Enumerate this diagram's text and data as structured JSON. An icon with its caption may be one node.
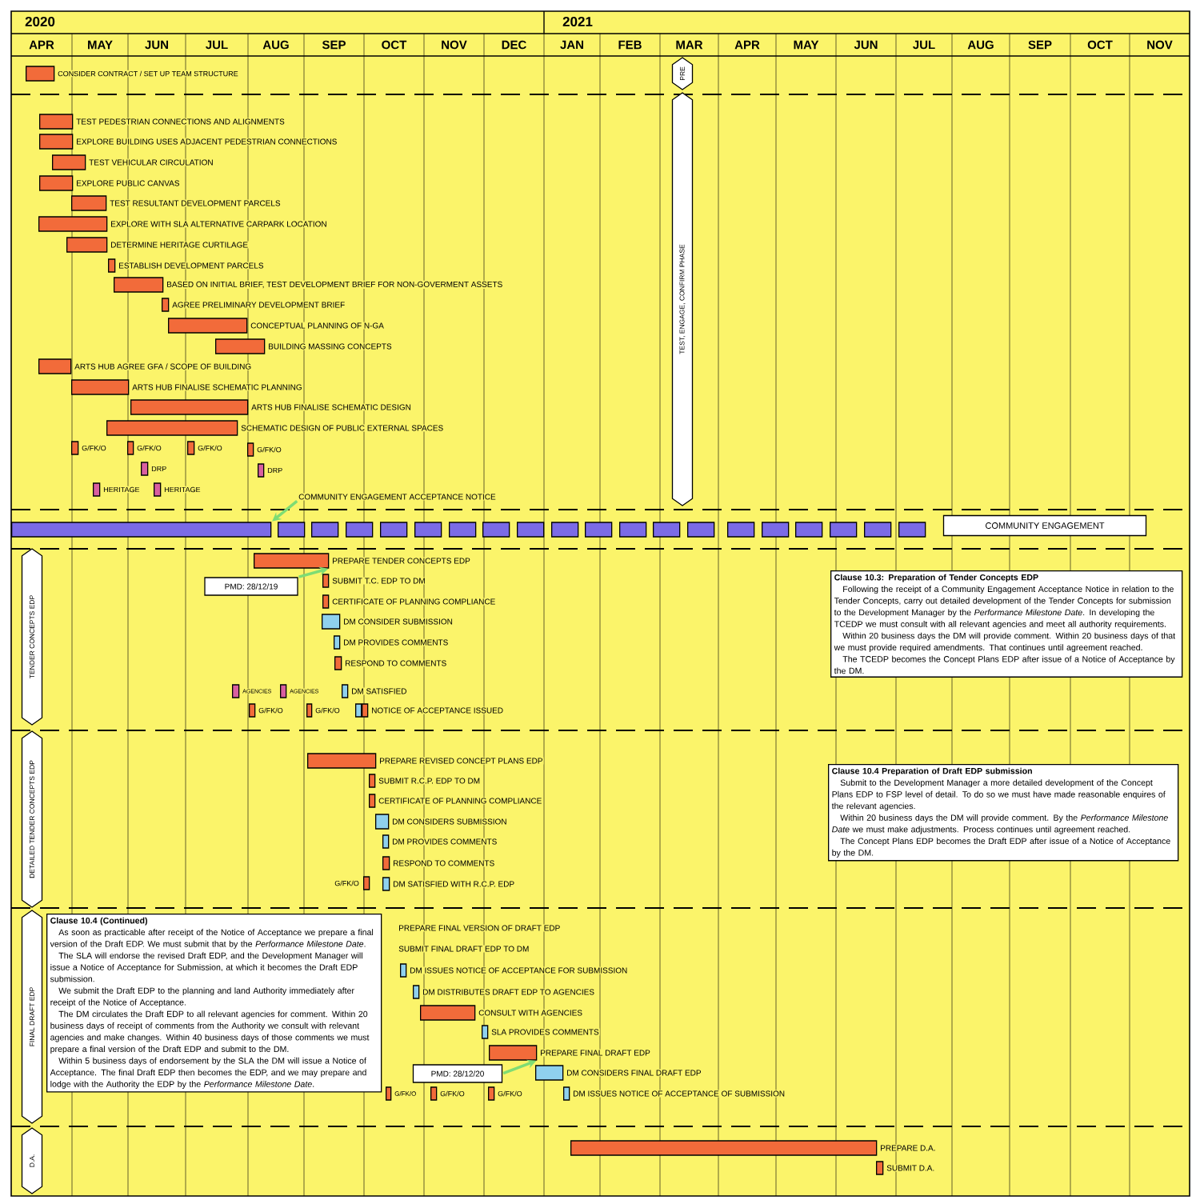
{
  "diagram": {
    "nodes": [
      {
        "text": [],
        "shape": "bar",
        "beside": [
          "CONSIDER CONTRACT / SET UP TEAM STRUCTURE"
        ]
      },
      {
        "text": [
          "PRE"
        ]
      },
      {
        "text": [
          "TEST, ENGAGE, CONFIRM PHASE"
        ]
      },
      {
        "text": [],
        "shape": "bar",
        "beside": [
          "TEST PEDESTRIAN CONNECTIONS AND ALIGNMENTS"
        ]
      },
      {
        "text": [],
        "shape": "bar",
        "beside": [
          "EXPLORE BUILDING USES ADJACENT PEDESTRIAN CONNECTIONS"
        ]
      },
      {
        "text": [],
        "shape": "bar",
        "beside": [
          "TEST VEHICULAR CIRCULATION"
        ]
      },
      {
        "text": [],
        "shape": "bar",
        "beside": [
          "EXPLORE PUBLIC CANVAS"
        ]
      },
      {
        "text": [],
        "shape": "bar",
        "beside": [
          "TEST RESULTANT DEVELOPMENT PARCELS"
        ]
      },
      {
        "text": [],
        "shape": "bar",
        "beside": [
          "EXPLORE WITH SLA ALTERNATIVE CARPARK LOCATION"
        ]
      },
      {
        "text": [],
        "shape": "bar",
        "beside": [
          "DETERMINE HERITAGE CURTILAGE"
        ]
      },
      {
        "text": [],
        "shape": "bar",
        "beside": [
          "ESTABLISH DEVELOPMENT PARCELS"
        ]
      },
      {
        "text": [],
        "shape": "bar",
        "beside": [
          "BASED ON INITIAL BRIEF, TEST DEVELOPMENT BRIEF FOR NON-GOVERMENT ASSETS"
        ]
      },
      {
        "text": [],
        "shape": "bar",
        "beside": [
          "AGREE PRELIMINARY DEVELOPMENT BRIEF"
        ]
      },
      {
        "text": [],
        "shape": "bar",
        "beside": [
          "CONCEPTUAL PLANNING OF N-GA"
        ]
      },
      {
        "text": [],
        "shape": "bar",
        "beside": [
          "BUILDING MASSING CONCEPTS"
        ]
      },
      {
        "text": [],
        "shape": "bar",
        "beside": [
          "ARTS HUB AGREE GFA / SCOPE OF BUILDING"
        ]
      },
      {
        "text": [],
        "shape": "bar",
        "beside": [
          "ARTS HUB FINALISE SCHEMATIC PLANNING"
        ]
      },
      {
        "text": [],
        "shape": "bar",
        "beside": [
          "ARTS HUB FINALISE SCHEMATIC DESIGN"
        ]
      },
      {
        "text": [],
        "shape": "bar",
        "beside": [
          "SCHEMATIC DESIGN OF PUBLIC EXTERNAL SPACES"
        ]
      },
      {
        "text": [],
        "shape": "bar",
        "beside": [
          "G/FK/O"
        ]
      },
      {
        "text": [],
        "shape": "bar",
        "beside": [
          "G/FK/O"
        ]
      },
      {
        "text": [],
        "shape": "bar",
        "beside": [
          "G/FK/O"
        ]
      },
      {
        "text": [],
        "shape": "bar",
        "beside": [
          "G/FK/O"
        ]
      },
      {
        "text": [],
        "shape": "bar",
        "beside": [
          "DRP"
        ]
      },
      {
        "text": [],
        "shape": "bar",
        "beside": [
          "DRP"
        ]
      },
      {
        "text": [],
        "shape": "bar",
        "beside": [
          "HERITAGE"
        ]
      },
      {
        "text": [],
        "shape": "bar",
        "beside": [
          "HERITAGE"
        ]
      },
      {
        "text": [
          "COMMUNITY ENGAGEMENT ACCEPTANCE NOTICE"
        ]
      },
      {
        "text": [],
        "shape": "bar"
      },
      {
        "text": [],
        "shape": "bar"
      },
      {
        "text": [],
        "shape": "bar"
      },
      {
        "text": [],
        "shape": "bar"
      },
      {
        "text": [],
        "shape": "bar"
      },
      {
        "text": [],
        "shape": "bar"
      },
      {
        "text": [],
        "shape": "bar"
      },
      {
        "text": [],
        "shape": "bar"
      },
      {
        "text": [],
        "shape": "bar"
      },
      {
        "text": [],
        "shape": "bar"
      },
      {
        "text": [],
        "shape": "bar"
      },
      {
        "text": [],
        "shape": "bar"
      },
      {
        "text": [],
        "shape": "bar"
      },
      {
        "text": [],
        "shape": "bar"
      },
      {
        "text": [],
        "shape": "bar"
      },
      {
        "text": [],
        "shape": "bar"
      },
      {
        "text": [],
        "shape": "bar"
      },
      {
        "text": [],
        "shape": "bar"
      },
      {
        "text": [],
        "shape": "bar"
      },
      {
        "text": [],
        "shape": "bar"
      },
      {
        "text": [
          "COMMUNITY ENGAGEMENT"
        ]
      },
      {
        "text": [
          "TENDER CONCEPTS EDP"
        ]
      },
      {
        "text": [],
        "shape": "bar",
        "beside": [
          "PREPARE TENDER CONCEPTS EDP"
        ]
      },
      {
        "text": [
          "PMD: 28/12/19"
        ]
      },
      {
        "text": [],
        "shape": "bar",
        "beside": [
          "SUBMIT T.C. EDP TO DM"
        ]
      },
      {
        "text": [],
        "shape": "bar",
        "beside": [
          "CERTIFICATE OF PLANNING COMPLIANCE"
        ]
      },
      {
        "text": [],
        "shape": "bar",
        "beside": [
          "DM CONSIDER SUBMISSION"
        ]
      },
      {
        "text": [],
        "shape": "bar",
        "beside": [
          "DM PROVIDES COMMENTS"
        ]
      },
      {
        "text": [],
        "shape": "bar",
        "beside": [
          "RESPOND TO COMMENTS"
        ]
      },
      {
        "text": [],
        "shape": "bar",
        "beside": [
          "AGENCIES"
        ]
      },
      {
        "text": [],
        "shape": "bar",
        "beside": [
          "AGENCIES"
        ]
      },
      {
        "text": [],
        "shape": "bar",
        "beside": [
          "DM SATISFIED"
        ]
      },
      {
        "text": [],
        "shape": "bar",
        "beside": [
          "G/FK/O"
        ]
      },
      {
        "text": [],
        "shape": "bar",
        "beside": [
          "G/FK/O"
        ]
      },
      {
        "text": [],
        "shape": "bar"
      },
      {
        "text": [],
        "shape": "bar",
        "beside": [
          "NOTICE OF ACCEPTANCE ISSUED"
        ]
      },
      {
        "text": [
          "Clause 10.3: Preparation of Tender Concepts EDP",
          "Following the receipt of a Community Engagement Acceptance Notice in relation to the Tender Concepts, carry out detailed development of the Tender Concepts for submission to the Development Manager by the *Performance Milestone Date*. In developing the TCEDP we must consult with all relevant agencies and meet all authority requirements.",
          "Within 20 business days the DM will provide comment. Within 20 business days of that we must provide required amendments. That continues until agreement reached.",
          "The TCEDP becomes the Concept Plans EDP after issue of a Notice of Acceptance by the DM."
        ]
      },
      {
        "text": [
          "DETAILED TENDER CONCEPTS EDP"
        ]
      },
      {
        "text": [],
        "shape": "bar",
        "beside": [
          "PREPARE REVISED CONCEPT PLANS EDP"
        ]
      },
      {
        "text": [],
        "shape": "bar",
        "beside": [
          "SUBMIT R.C.P. EDP TO DM"
        ]
      },
      {
        "text": [],
        "shape": "bar",
        "beside": [
          "CERTIFICATE OF PLANNING COMPLIANCE"
        ]
      },
      {
        "text": [],
        "shape": "bar",
        "beside": [
          "DM CONSIDERS SUBMISSION"
        ]
      },
      {
        "text": [],
        "shape": "bar",
        "beside": [
          "DM PROVIDES COMMENTS"
        ]
      },
      {
        "text": [],
        "shape": "bar",
        "beside": [
          "RESPOND TO COMMENTS"
        ]
      },
      {
        "text": [],
        "shape": "bar",
        "beside": [
          "G/FK/O"
        ]
      },
      {
        "text": [],
        "shape": "bar",
        "beside": [
          "DM SATISFIED WITH R.C.P. EDP"
        ]
      },
      {
        "text": [
          "Clause 10.4 Preparation of Draft EDP submission",
          "Submit to the Development Manager a more detailed development of the Concept Plans EDP to FSP level of detail. To do so we must have made reasonable enquires of the relevant agencies.",
          "Within 20 business days the DM will provide comment. By the *Performance Milestone Date* we must make adjustments. Process continues until agreement reached.",
          "The Concept Plans EDP becomes the Draft EDP after issue of a Notice of Acceptance by the DM."
        ]
      },
      {
        "text": [
          "FINAL DRAFT EDP"
        ]
      },
      {
        "text": [
          "Clause 10.4 (Continued)",
          "As soon as practicable after receipt of the Notice of Acceptance we prepare a final version of the Draft EDP. We must submit that by the *Performance Milestone Date*.",
          "The SLA will endorse the revised Draft EDP, and the Development Manager will issue a Notice of Acceptance for Submission, at which it becomes the Draft EDP submission.",
          "We submit the Draft EDP to the planning and land Authority immediately after receipt of the Notice of Acceptance.",
          "The DM circulates the Draft EDP to all relevant agencies for comment. Within 20 business days of receipt of comments from the Authority we consult with relevant agencies and make changes. Within 40 business days of those comments we must prepare a final version of the Draft EDP and submit to the DM.",
          "Within 5 business days of endorsement by the SLA the DM will issue a Notice of Acceptance. The final Draft EDP then becomes the EDP, and we may prepare and lodge with the Authority the EDP by the *Performance Milestone Date*."
        ]
      },
      {
        "text": [],
        "shape": "bar",
        "beside": [
          "DM ISSUES NOTICE OF ACCEPTANCE FOR SUBMISSION"
        ]
      },
      {
        "text": [],
        "shape": "bar",
        "beside": [
          "DM DISTRIBUTES DRAFT EDP TO AGENCIES"
        ]
      },
      {
        "text": [],
        "shape": "bar",
        "beside": [
          "CONSULT WITH AGENCIES"
        ]
      },
      {
        "text": [],
        "shape": "bar",
        "beside": [
          "SLA PROVIDES COMMENTS"
        ]
      },
      {
        "text": [],
        "shape": "bar",
        "beside": [
          "PREPARE FINAL DRAFT EDP"
        ]
      },
      {
        "text": [
          "PMD: 28/12/20"
        ]
      },
      {
        "text": [],
        "shape": "bar",
        "beside": [
          "DM CONSIDERS FINAL DRAFT EDP"
        ]
      },
      {
        "text": [],
        "shape": "bar",
        "beside": [
          "G/FK/O"
        ]
      },
      {
        "text": [],
        "shape": "bar",
        "beside": [
          "G/FK/O"
        ]
      },
      {
        "text": [],
        "shape": "bar",
        "beside": [
          "G/FK/O"
        ]
      },
      {
        "text": [],
        "shape": "bar",
        "beside": [
          "DM ISSUES NOTICE OF ACCEPTANCE OF SUBMISSION"
        ]
      },
      {
        "text": [
          "D.A."
        ]
      },
      {
        "text": [],
        "shape": "bar",
        "beside": [
          "PREPARE D.A."
        ]
      },
      {
        "text": [],
        "shape": "bar",
        "beside": [
          "SUBMIT D.A."
        ]
      }
    ],
    "edges": [
      {
        "from": 27,
        "to": 28,
        "arrow": "to"
      },
      {
        "from": 51,
        "to": 50,
        "arrow": "to"
      },
      {
        "from": 82,
        "to": 81,
        "arrow": "to"
      }
    ],
    "labels": [
      "2020",
      "2021",
      "APR",
      "MAY",
      "JUN",
      "JUL",
      "AUG",
      "SEP",
      "OCT",
      "NOV",
      "DEC",
      "JAN",
      "FEB",
      "MAR",
      "APR",
      "MAY",
      "JUN",
      "JUL",
      "AUG",
      "SEP",
      "OCT",
      "NOV",
      "PREPARE FINAL VERSION OF DRAFT EDP",
      "SUBMIT FINAL DRAFT EDP TO DM"
    ]
  }
}
